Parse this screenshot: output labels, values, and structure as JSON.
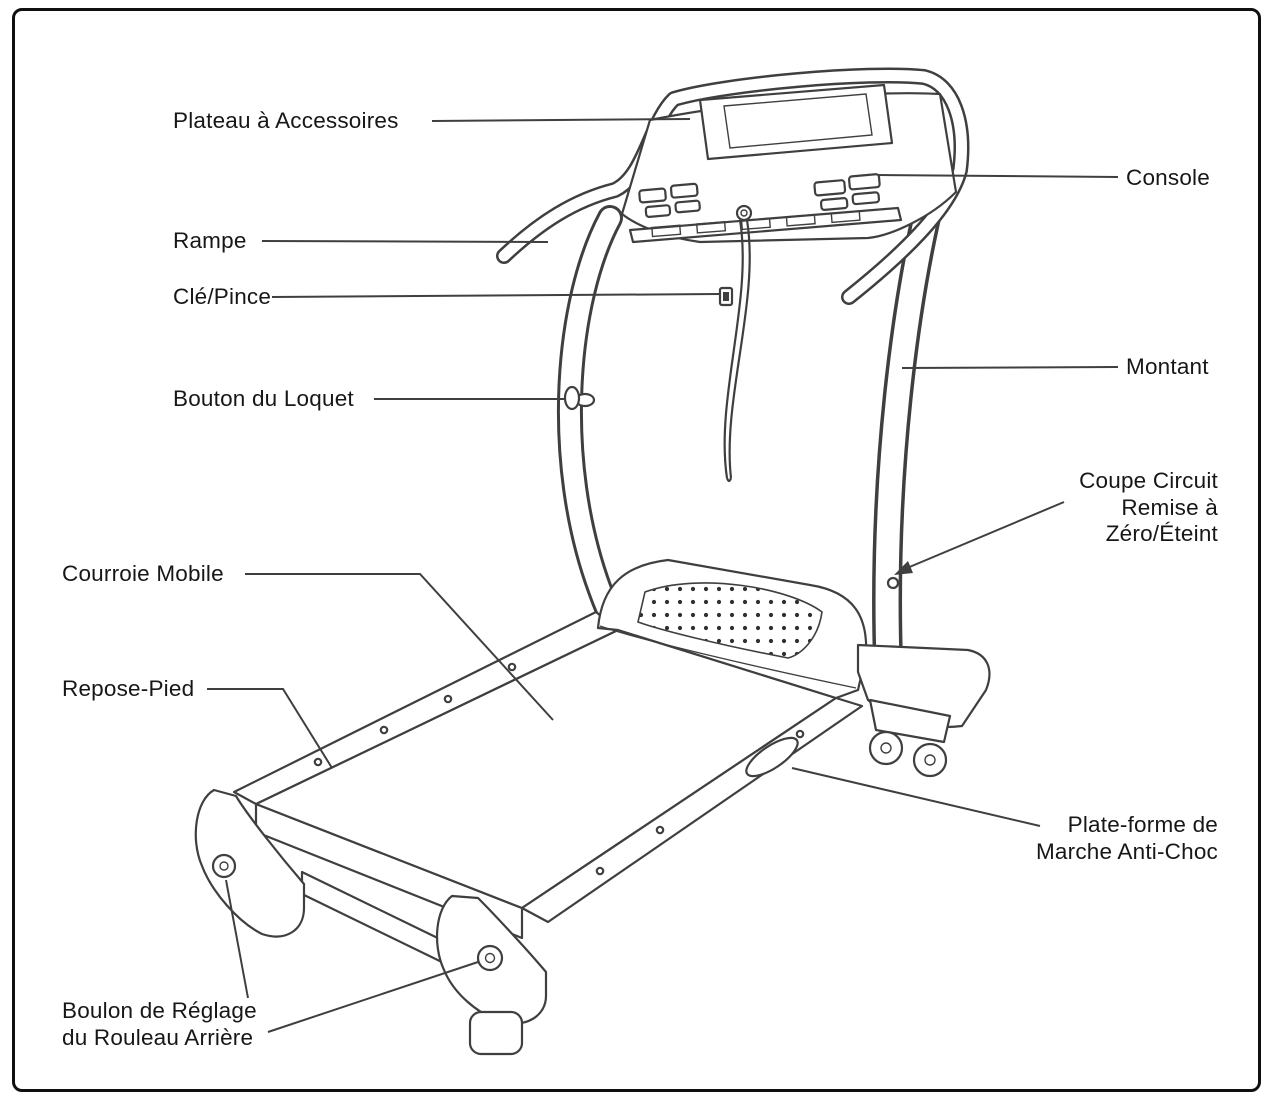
{
  "diagram": {
    "labels": {
      "accessory_tray": "Plateau à Accessoires",
      "console": "Console",
      "handrail": "Rampe",
      "key_clip": "Clé/Pince",
      "latch_knob": "Bouton du Loquet",
      "upright": "Montant",
      "circuit_breaker": "Coupe Circuit\nRemise à\nZéro/Éteint",
      "walking_belt": "Courroie Mobile",
      "foot_rail": "Repose-Pied",
      "cushioned_platform": "Plate-forme de\nMarche Anti-Choc",
      "rear_roller_bolt": "Boulon de Réglage\ndu Rouleau Arrière"
    },
    "colors": {
      "line": "#3f3f3f",
      "text": "#171717",
      "background": "#ffffff",
      "frame_border": "#101010"
    }
  }
}
